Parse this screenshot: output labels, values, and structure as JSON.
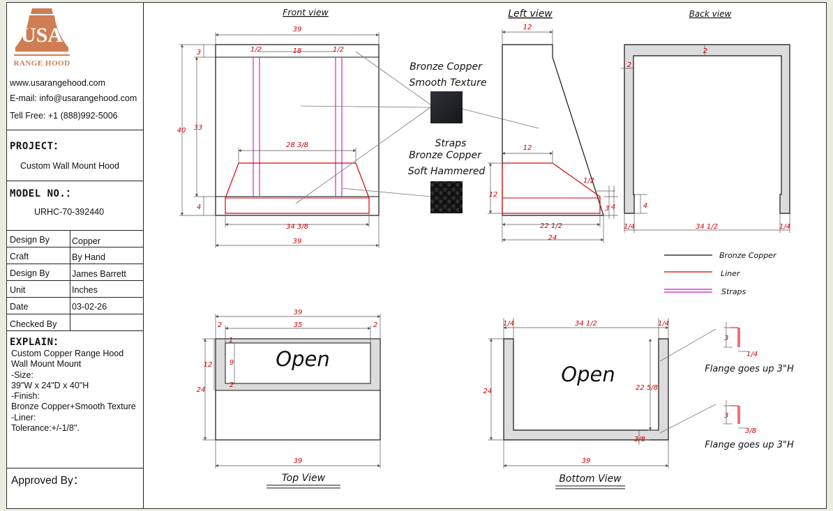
{
  "company": {
    "logo_text": "USA",
    "logo_sub": "RANGE HOOD",
    "website": "www.usarangehood.com",
    "email": "E-mail: info@usarangehood.com",
    "phone": "Tell Free: +1 (888)992-5006"
  },
  "project": {
    "label": "PROJECT：",
    "value": "Custom Wall Mount Hood"
  },
  "model": {
    "label": "MODEL NO.：",
    "value": "URHC-70-392440"
  },
  "specs": [
    {
      "label": "Design By",
      "value": "Copper"
    },
    {
      "label": "Craft",
      "value": "By Hand"
    },
    {
      "label": "Design By",
      "value": "James Barrett"
    },
    {
      "label": "Unit",
      "value": "Inches"
    },
    {
      "label": "Date",
      "value": "03-02-26"
    },
    {
      "label": "Checked By",
      "value": ""
    }
  ],
  "explain": {
    "label": "EXPLAIN：",
    "lines": [
      "Custom Copper Range Hood",
      "Wall Mount Mount",
      "-Size:",
      "39\"W x 24\"D x 40\"H",
      "-Finish:",
      "Bronze Copper+Smooth Texture",
      "-Liner:",
      "Tolerance:+/-1/8\"."
    ]
  },
  "approved": {
    "label": "Approved By："
  },
  "views": {
    "front": "Front view",
    "left": "Left view",
    "back": "Back view",
    "top": "Top View",
    "bottom": "Bottom View"
  },
  "materials": {
    "smooth": [
      "Bronze Copper",
      "Smooth Texture"
    ],
    "hammered": [
      "Straps",
      "Bronze Copper",
      "Soft Hammered"
    ]
  },
  "legend": [
    {
      "label": "Bronze Copper",
      "color": "#111111"
    },
    {
      "label": "Liner",
      "color": "#e00000"
    },
    {
      "label": "Straps",
      "color": "#d010d0"
    }
  ],
  "open_label": "Open",
  "flange_note": "Flange goes up 3\"H",
  "dims": {
    "front": {
      "top": "39",
      "bottom": "39",
      "h40": "40",
      "h33": "33",
      "h3": "3",
      "h4": "4",
      "s18": "18",
      "half1": "1/2",
      "half2": "1/2",
      "liner_top": "28 3/8",
      "liner_bottom": "34 3/8"
    },
    "left": {
      "top": "12",
      "liner_top": "12",
      "h12": "12",
      "half": "1/2",
      "b24": "24",
      "liner_b": "22 1/2",
      "h3": "3",
      "h4": "4"
    },
    "back": {
      "top": "2",
      "side": "2",
      "h4": "4",
      "b_left": "1/4",
      "b_mid": "34 1/2",
      "b_right": "1/4"
    },
    "top_view": {
      "w39": "39",
      "w35": "35",
      "l2": "2",
      "r2": "2",
      "h12": "12",
      "h9": "9",
      "h1": "1",
      "h2": "2",
      "h24": "24",
      "b39": "39"
    },
    "bottom_view": {
      "tl": "1/4",
      "tm": "34 1/2",
      "tr": "1/4",
      "h24": "24",
      "h22": "22 5/8",
      "s38": "3/8",
      "b39": "39"
    },
    "flange": {
      "f3a": "3",
      "f14": "1/4",
      "f3b": "3",
      "f38": "3/8"
    }
  },
  "colors": {
    "copper": "#111111",
    "liner": "#e00000",
    "straps": "#d010d0",
    "dim": "#555555",
    "dimtext": "#d00000",
    "fill": "#dcdcdc"
  }
}
